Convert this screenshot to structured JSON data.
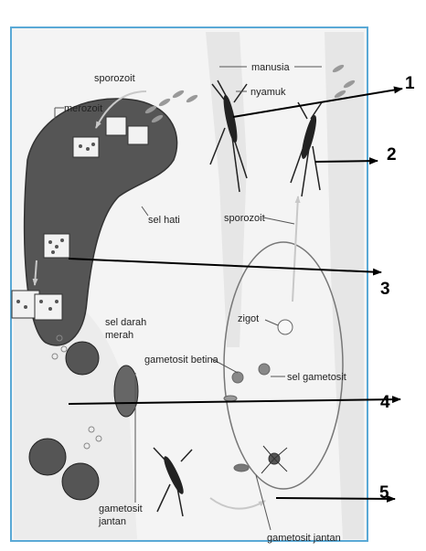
{
  "labels": {
    "manusia": "manusia",
    "nyamuk": "nyamuk",
    "sporozoit_top": "sporozoit",
    "merozoit": "merozoit",
    "sel_hati": "sel hati",
    "sporozoit_mid": "sporozoit",
    "zigot": "zigot",
    "sel_darah": "sel darah",
    "merah": "merah",
    "gametosit_betina": "gametosit betina",
    "sel_gametosit": "sel gametosit",
    "gametosit_jantan_left_1": "gametosit",
    "gametosit_jantan_left_2": "jantan",
    "gametosit_jantan_right": "gametosit jantan"
  },
  "numbers": {
    "n1": "1",
    "n2": "2",
    "n3": "3",
    "n4": "4",
    "n5": "5"
  },
  "colors": {
    "frame_border": "#5aa9d6",
    "dark_tissue": "#555555",
    "arrow": "#000000"
  }
}
